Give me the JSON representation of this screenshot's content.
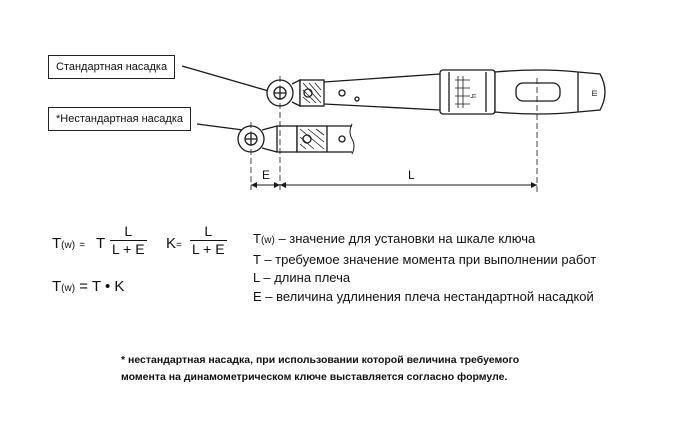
{
  "callouts": {
    "standard": "Стандартная насадка",
    "nonstandard": "*Нестандартная насадка"
  },
  "dimensions": {
    "e": "E",
    "l": "L"
  },
  "formulas": {
    "f1_lhs_T": "T",
    "f1_lhs_w": "(w)",
    "f1_eq": "=",
    "f1_T": "T",
    "f1_num": "L",
    "f1_den": "L + E",
    "f2_K": "K",
    "f2_eq": "=",
    "f2_num": "L",
    "f2_den": "L + E",
    "f3_lhs_T": "T",
    "f3_lhs_w": "(w)",
    "f3_rhs": "= T • K"
  },
  "legend": {
    "tw_T": "T",
    "tw_w": "(w)",
    "tw_text": " – значение для установки на шкале ключа",
    "t": "T – требуемое значение момента при выполнении работ",
    "l": "L – длина плеча",
    "e": "E – величина удлинения плеча нестандартной насадкой"
  },
  "note": {
    "line1": "* нестандартная насадка, при использовании которой величина требуемого",
    "line2": "момента на динамометрическом ключе выставляется согласно формуле."
  },
  "handle_marks": {
    "scale_text": "ц",
    "cap_text": "Ш"
  }
}
